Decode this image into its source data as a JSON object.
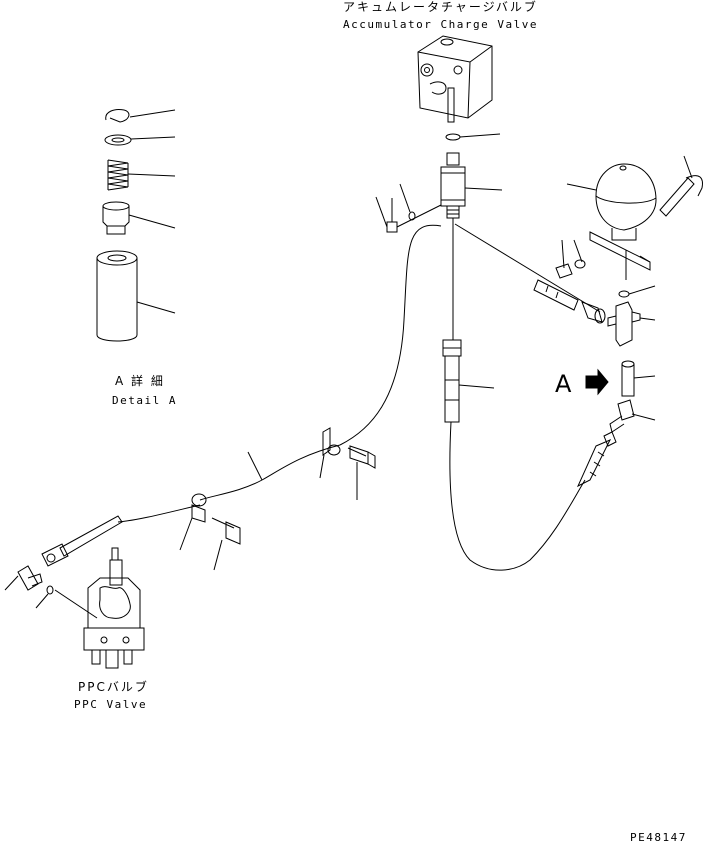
{
  "labels": {
    "accumulator_jp": "アキュムレータチャージバルブ",
    "accumulator_en": "Accumulator Charge Valve",
    "detail_jp": "A 詳 細",
    "detail_en": "Detail A",
    "marker_a": "A",
    "ppc_jp": "PPCバルブ",
    "ppc_en": "PPC Valve",
    "drawing_number": "PE48147"
  }
}
